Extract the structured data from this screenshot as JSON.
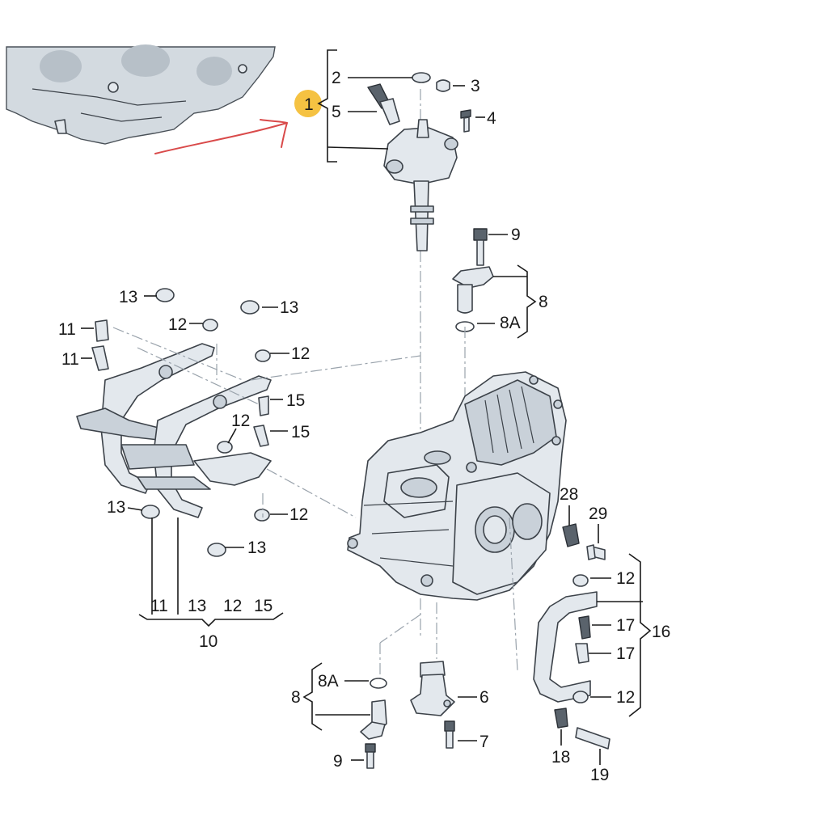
{
  "labels": {
    "l1": "1",
    "l2": "2",
    "l3": "3",
    "l4": "4",
    "l5": "5",
    "l9a": "9",
    "l8a": "8",
    "l8Aa": "8A",
    "l13a": "13",
    "l13b": "13",
    "l13c": "13",
    "l13d": "13",
    "l11a": "11",
    "l11b": "11",
    "l12a": "12",
    "l12b": "12",
    "l12c": "12",
    "l12d": "12",
    "l15a": "15",
    "l15b": "15",
    "l10": "10",
    "l10_11": "11",
    "l10_13": "13",
    "l10_12": "12",
    "l10_15": "15",
    "l28": "28",
    "l29": "29",
    "l12e": "12",
    "l17a": "17",
    "l17b": "17",
    "l16": "16",
    "l12f": "12",
    "l18": "18",
    "l19": "19",
    "l8b": "8",
    "l8Ab": "8A",
    "l9b": "9",
    "l6": "6",
    "l7": "7"
  },
  "colors": {
    "highlight": "#f5c242",
    "arrow": "#d94a4a",
    "part_fill": "#e3e8ed",
    "outline": "#3c4249"
  }
}
